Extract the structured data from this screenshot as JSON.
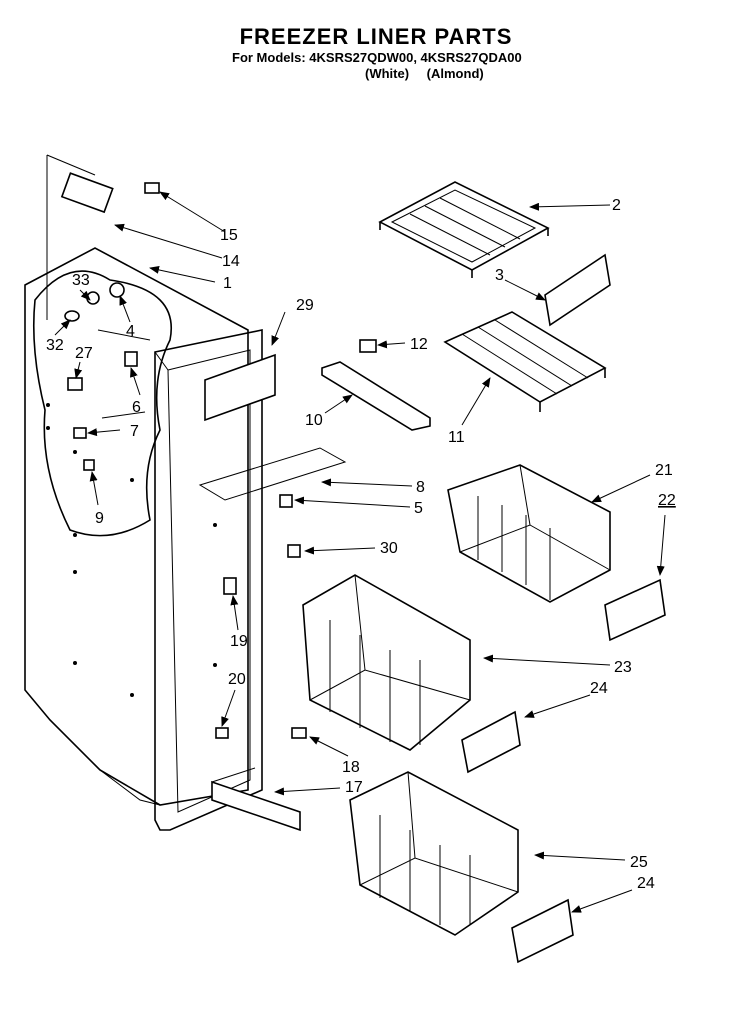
{
  "header": {
    "title": "FREEZER LINER PARTS",
    "models_line": "For Models: 4KSRS27QDW00, 4KSRS27QDA00",
    "variants": [
      "(White)",
      "(Almond)"
    ]
  },
  "callouts": [
    {
      "id": "c1",
      "label": "1"
    },
    {
      "id": "c2",
      "label": "2"
    },
    {
      "id": "c3",
      "label": "3"
    },
    {
      "id": "c4",
      "label": "4"
    },
    {
      "id": "c5",
      "label": "5"
    },
    {
      "id": "c6",
      "label": "6"
    },
    {
      "id": "c7",
      "label": "7"
    },
    {
      "id": "c8",
      "label": "8"
    },
    {
      "id": "c9",
      "label": "9"
    },
    {
      "id": "c10",
      "label": "10"
    },
    {
      "id": "c11",
      "label": "11"
    },
    {
      "id": "c12",
      "label": "12"
    },
    {
      "id": "c14",
      "label": "14"
    },
    {
      "id": "c15",
      "label": "15"
    },
    {
      "id": "c17",
      "label": "17"
    },
    {
      "id": "c18",
      "label": "18"
    },
    {
      "id": "c19",
      "label": "19"
    },
    {
      "id": "c20",
      "label": "20"
    },
    {
      "id": "c21",
      "label": "21"
    },
    {
      "id": "c22",
      "label": "22"
    },
    {
      "id": "c23",
      "label": "23"
    },
    {
      "id": "c24a",
      "label": "24"
    },
    {
      "id": "c24b",
      "label": "24"
    },
    {
      "id": "c25",
      "label": "25"
    },
    {
      "id": "c27",
      "label": "27"
    },
    {
      "id": "c29",
      "label": "29"
    },
    {
      "id": "c30",
      "label": "30"
    },
    {
      "id": "c32",
      "label": "32"
    },
    {
      "id": "c33",
      "label": "33"
    }
  ]
}
